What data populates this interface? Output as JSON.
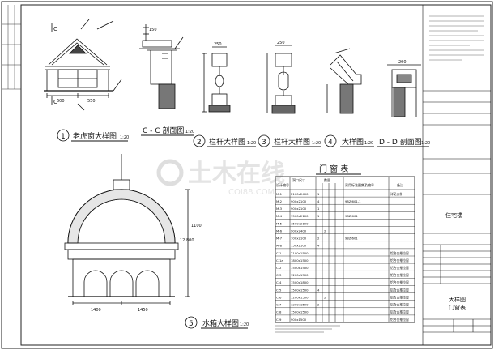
{
  "drawing_titles": {
    "d1": {
      "num": "1",
      "text": "老虎窗大样图",
      "scale": "1:20"
    },
    "dc": {
      "text": "C - C 剖面图",
      "scale": "1:20"
    },
    "d2": {
      "num": "2",
      "text": "栏杆大样图",
      "scale": "1:20"
    },
    "d3": {
      "num": "3",
      "text": "栏杆大样图",
      "scale": "1:20"
    },
    "d4": {
      "num": "4",
      "text": "大样图",
      "scale": "1:20"
    },
    "dd": {
      "text": "D - D 剖面图",
      "scale": "1:20"
    },
    "d5": {
      "num": "5",
      "text": "水箱大样图",
      "scale": "1:20"
    }
  },
  "dims": {
    "w1": "1400",
    "w2": "1450",
    "h1": "1100",
    "elev1": "12.800",
    "d600": "600",
    "d550": "550",
    "d250": "250",
    "d200": "200",
    "d150": "150"
  },
  "section_marks": {
    "c": "C",
    "d": "D"
  },
  "table": {
    "title": "门  窗  表",
    "headers": [
      "设计编号",
      "洞口尺寸",
      "数量",
      "采用标准图集及编号",
      "备注"
    ],
    "rows": [
      [
        "M-1",
        "2100x2400",
        "1",
        "",
        "",
        "详见大样"
      ],
      [
        "M-2",
        "900x2100",
        "4",
        "",
        "98ZJ601-1",
        ""
      ],
      [
        "M-3",
        "900x2100",
        "1",
        "",
        "",
        ""
      ],
      [
        "M-4",
        "1500x2100",
        "1",
        "",
        "98ZJ601",
        ""
      ],
      [
        "M-5",
        "1500x2100",
        "",
        "",
        "",
        ""
      ],
      [
        "M-6",
        "900x2400",
        "",
        "2",
        "",
        ""
      ],
      [
        "M-7",
        "700x2100",
        "2",
        "",
        "98ZJ601",
        ""
      ],
      [
        "M-8",
        "750x2100",
        "4",
        "",
        "",
        ""
      ],
      [
        "C-1",
        "2100x1500",
        "",
        "",
        "",
        "铝合金推拉窗"
      ],
      [
        "C-1a",
        "1800x1500",
        "",
        "",
        "",
        "铝合金推拉窗"
      ],
      [
        "C-2",
        "1500x1500",
        "",
        "",
        "",
        "铝合金推拉窗"
      ],
      [
        "C-3",
        "1200x1500",
        "",
        "",
        "",
        "铝合金推拉窗"
      ],
      [
        "C-4",
        "1500x1800",
        "",
        "",
        "",
        "铝合金推拉窗"
      ],
      [
        "C-5",
        "1500x1500",
        "4",
        "",
        "",
        "铝合金推拉窗"
      ],
      [
        "C-6",
        "1200x1500",
        "",
        "2",
        "",
        "铝合金推拉窗"
      ],
      [
        "C-7",
        "1200x1500",
        "2",
        "",
        "",
        "铝合金推拉窗"
      ],
      [
        "C-8",
        "1500x1500",
        "",
        "",
        "",
        "铝合金推拉窗"
      ],
      [
        "C-9",
        "900x1500",
        "",
        "",
        "",
        "铝合金推拉窗"
      ]
    ]
  },
  "title_block": {
    "project_name": "住宅楼",
    "drawing_name_1": "大样图",
    "drawing_name_2": "门窗表"
  },
  "watermark": {
    "brand": "土木在线",
    "sub": "COI88.COM"
  },
  "colors": {
    "line": "#1a1a1a",
    "watermark": "#d9d9d9"
  }
}
